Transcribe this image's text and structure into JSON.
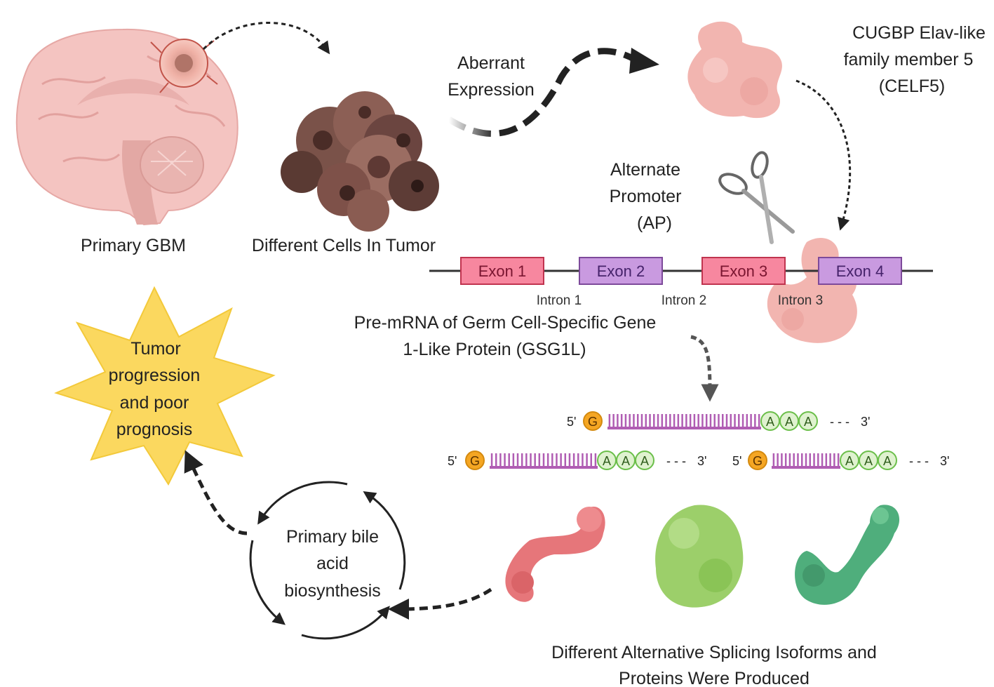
{
  "labels": {
    "primary_gbm": "Primary GBM",
    "different_cells": "Different Cells In Tumor",
    "aberrant_1": "Aberrant",
    "aberrant_2": "Expression",
    "celf5_1": "CUGBP Elav-like",
    "celf5_2": "family member 5",
    "celf5_3": "(CELF5)",
    "alt_promoter_1": "Alternate",
    "alt_promoter_2": "Promoter",
    "alt_promoter_3": "(AP)",
    "premrna_1": "Pre-mRNA of Germ Cell-Specific Gene",
    "premrna_2": "1-Like Protein (GSG1L)",
    "star_1": "Tumor",
    "star_2": "progression",
    "star_3": "and poor",
    "star_4": "prognosis",
    "bile_1": "Primary bile",
    "bile_2": "acid",
    "bile_3": "biosynthesis",
    "isoforms_1": "Different Alternative Splicing Isoforms and",
    "isoforms_2": "Proteins Were Produced"
  },
  "gene": {
    "exons": [
      "Exon 1",
      "Exon 2",
      "Exon 3",
      "Exon 4"
    ],
    "introns": [
      "Intron 1",
      "Intron 2",
      "Intron 3"
    ]
  },
  "mrna": {
    "five_prime": "5'",
    "three_prime": "3'",
    "cap": "G",
    "polyA": [
      "A",
      "A",
      "A"
    ],
    "tail_dashes": "- - -",
    "isoforms": [
      {
        "name": "isoform-top"
      },
      {
        "name": "isoform-left"
      },
      {
        "name": "isoform-right"
      }
    ]
  }
}
